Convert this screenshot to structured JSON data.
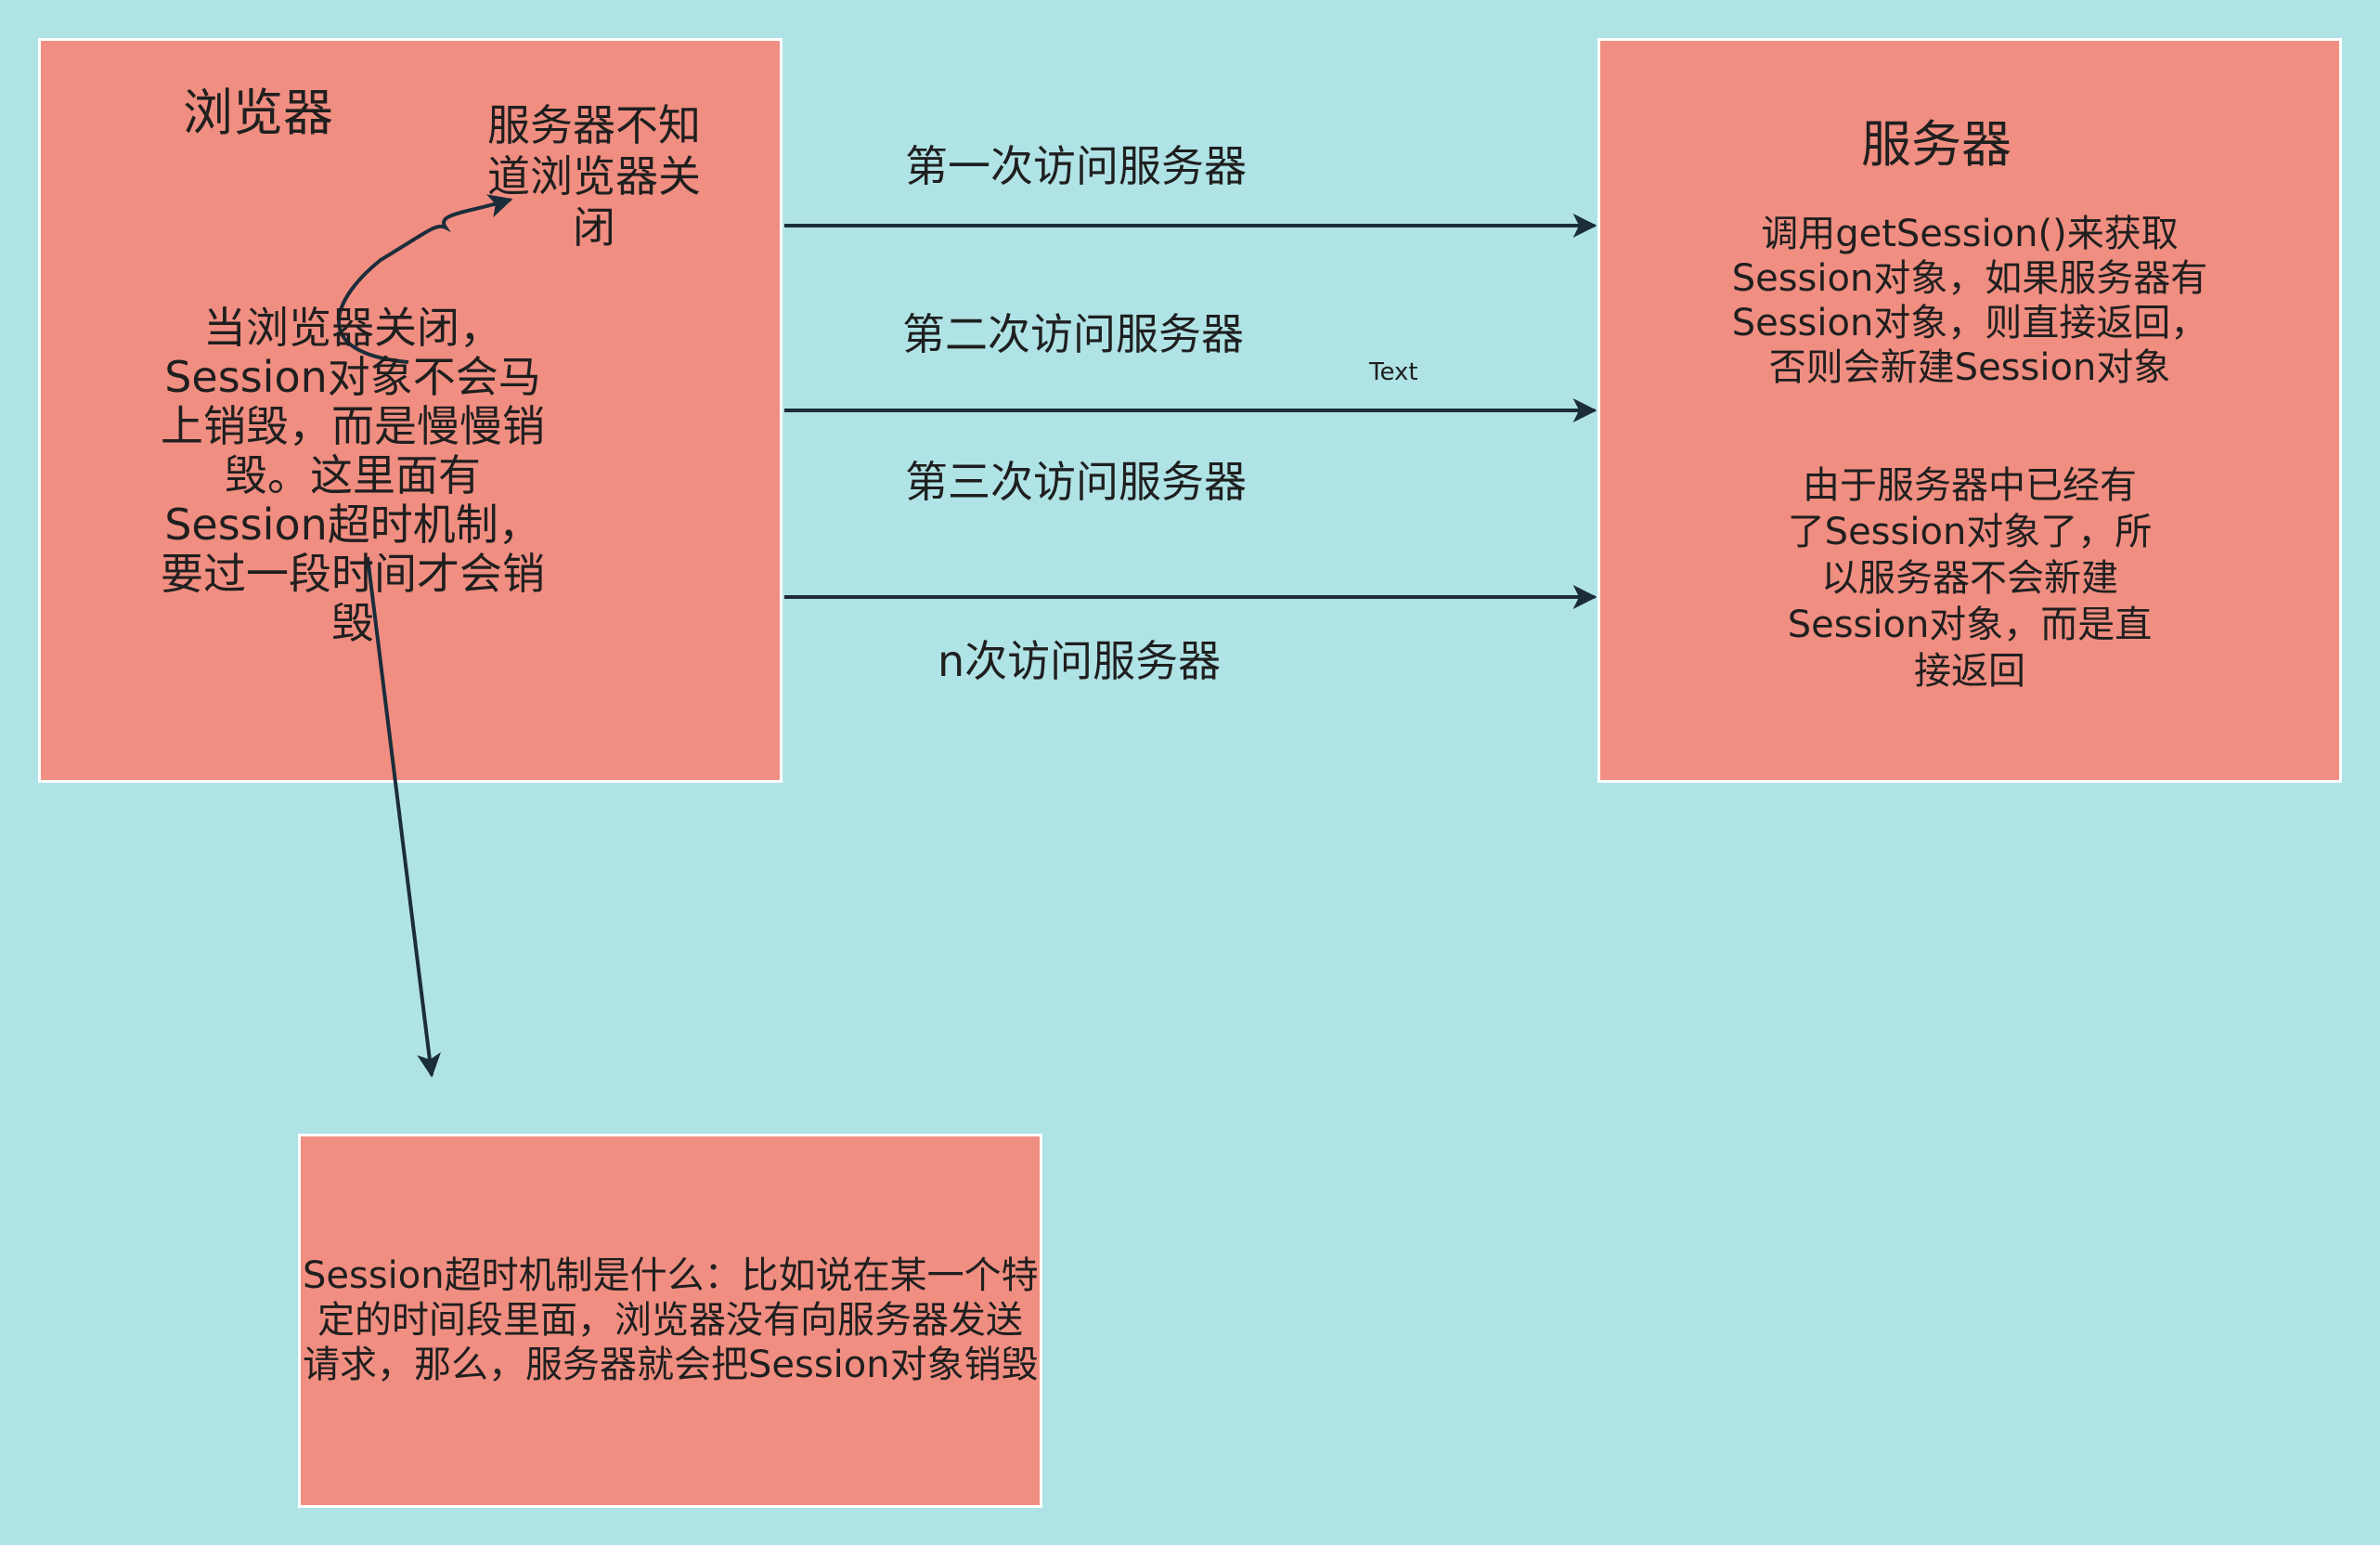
{
  "browser": {
    "title": "浏览器",
    "note_unknown_close": [
      "服务器不知",
      "道浏览器关",
      "闭"
    ],
    "note_session": [
      "当浏览器关闭，",
      "Session对象不会马",
      "上销毁，而是慢慢销",
      "毁。这里面有",
      "Session超时机制，",
      "要过一段时间才会销",
      "毁"
    ]
  },
  "server": {
    "title": "服务器",
    "desc_get_session": [
      "调用getSession()来获取",
      "Session对象，如果服务器有",
      "Session对象，则直接返回，",
      "否则会新建Session对象"
    ],
    "desc_existing": [
      "由于服务器中已经有",
      "了Session对象了，所",
      "以服务器不会新建",
      "Session对象，而是直",
      "接返回"
    ]
  },
  "requests": {
    "first": "第一次访问服务器",
    "second": "第二次访问服务器",
    "third": "第三次访问服务器",
    "nth": "n次访问服务器",
    "text_label": "Text"
  },
  "timeout": {
    "lines": [
      "Session超时机制是什么：比如说在某一个特",
      "定的时间段里面，浏览器没有向服务器发送",
      "请求，那么，服务器就会把Session对象销毁"
    ]
  },
  "colors": {
    "background": "#b0e3e6",
    "box_fill": "#f08e81",
    "box_border": "#ffffff",
    "arrow": "#1b2d3a",
    "text": "#1f1f1f"
  }
}
